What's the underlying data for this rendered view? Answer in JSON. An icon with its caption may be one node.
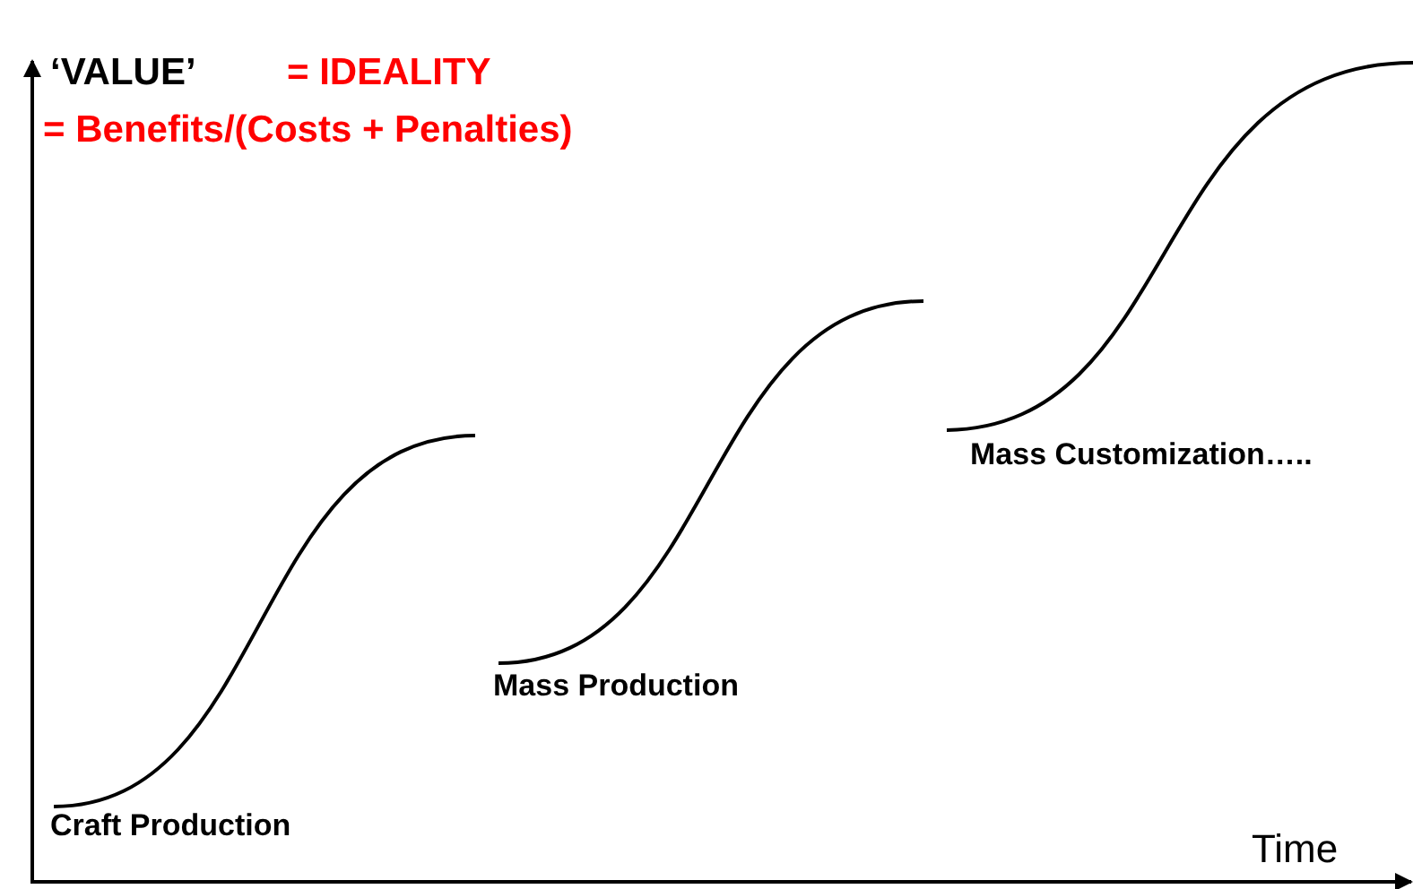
{
  "diagram": {
    "labels": [
      "‘VALUE’",
      "= IDEALITY",
      "= Benefits/(Costs + Penalties)",
      "Craft Production",
      "Mass Production",
      "Mass Customization…..",
      "Time"
    ]
  }
}
